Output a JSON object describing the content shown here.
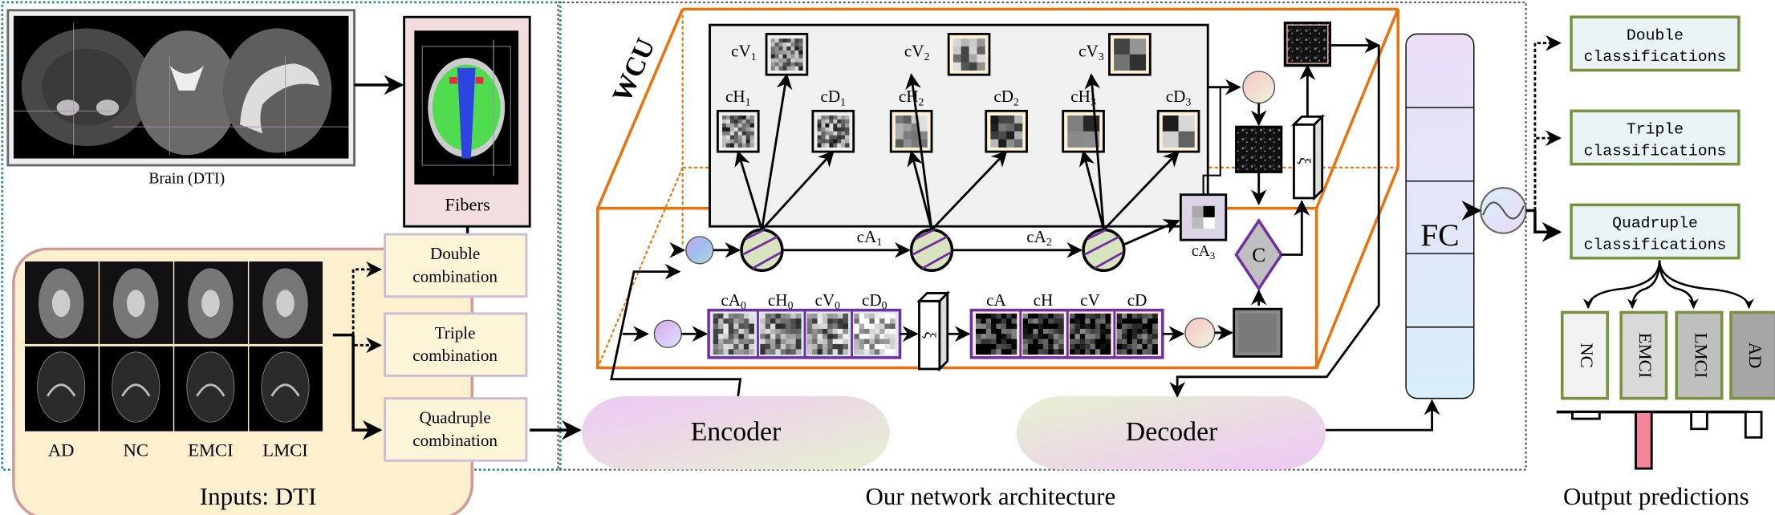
{
  "inputs_panel": {
    "caption": "Inputs: DTI",
    "brain_caption": "Brain (DTI)",
    "fibers_label": "Fibers",
    "class_labels": [
      "AD",
      "NC",
      "EMCI",
      "LMCI"
    ],
    "combinations": [
      {
        "line1": "Double",
        "line2": "combination",
        "style": "dashed"
      },
      {
        "line1": "Triple",
        "line2": "combination",
        "style": "dashed"
      },
      {
        "line1": "Quadruple",
        "line2": "combination",
        "style": "solid"
      }
    ]
  },
  "network_panel": {
    "caption": "Our network architecture",
    "wcu_label": "WCU",
    "encoder_label": "Encoder",
    "decoder_label": "Decoder",
    "fc_label": "FC",
    "concat_label": "C",
    "xi_symbol": "ξ",
    "detail_coeffs_top": [
      {
        "base": "cV",
        "sub": "1"
      },
      {
        "base": "cV",
        "sub": "2"
      },
      {
        "base": "cV",
        "sub": "3"
      }
    ],
    "detail_coeffs_bottom": [
      {
        "base": "cH",
        "sub": "1"
      },
      {
        "base": "cD",
        "sub": "1"
      },
      {
        "base": "cH",
        "sub": "2"
      },
      {
        "base": "cD",
        "sub": "2"
      },
      {
        "base": "cH",
        "sub": "3"
      },
      {
        "base": "cD",
        "sub": "3"
      }
    ],
    "approx_coeffs": [
      {
        "base": "cA",
        "sub": "1"
      },
      {
        "base": "cA",
        "sub": "2"
      },
      {
        "base": "cA",
        "sub": "3"
      }
    ],
    "level0_coeffs": [
      {
        "base": "cA",
        "sub": "0"
      },
      {
        "base": "cH",
        "sub": "0"
      },
      {
        "base": "cV",
        "sub": "0"
      },
      {
        "base": "cD",
        "sub": "0"
      }
    ],
    "output_coeffs": [
      "cA",
      "cH",
      "cV",
      "cD"
    ]
  },
  "output_panel": {
    "caption": "Output predictions",
    "classifications": [
      {
        "line1": "Double",
        "line2": "classifications",
        "style": "dashed"
      },
      {
        "line1": "Triple",
        "line2": "classifications",
        "style": "dashed"
      },
      {
        "line1": "Quadruple",
        "line2": "classifications",
        "style": "solid"
      }
    ],
    "classes": [
      {
        "label": "NC",
        "fill": "#f2f2f2",
        "prediction": 0.12,
        "highlight": false
      },
      {
        "label": "EMCI",
        "fill": "#d9d9d9",
        "prediction": 1.0,
        "highlight": true
      },
      {
        "label": "LMCI",
        "fill": "#bfbfbf",
        "prediction": 0.3,
        "highlight": false
      },
      {
        "label": "AD",
        "fill": "#a6a6a6",
        "prediction": 0.45,
        "highlight": false
      }
    ]
  },
  "colors": {
    "inputs_border": "#2e8b9a",
    "network_border": "#555555",
    "wcu_orange": "#e8720c",
    "purple": "#7030a0",
    "output_green": "#76923c",
    "highlight_bar": "#f4869c"
  }
}
